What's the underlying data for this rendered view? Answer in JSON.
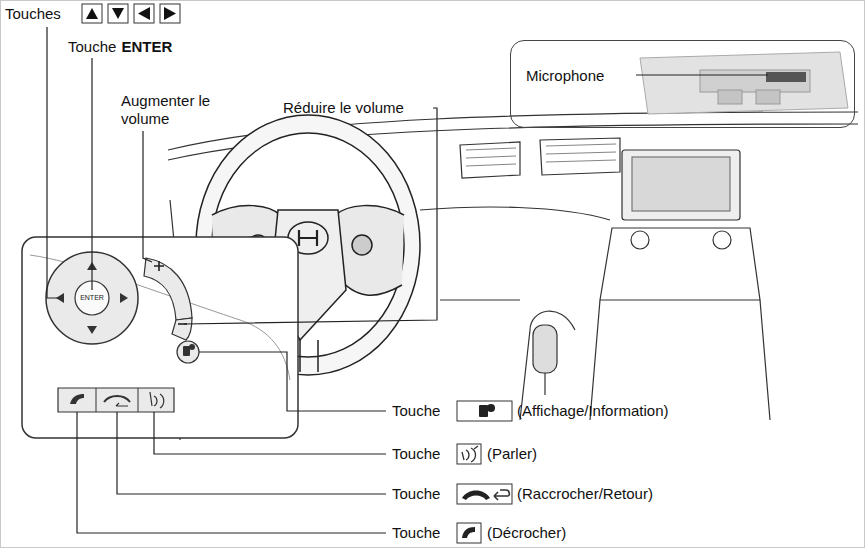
{
  "diagram": {
    "nodes": [
      {
        "text": [
          "Microphone"
        ]
      }
    ],
    "labels": [
      "Touches",
      "Touche",
      "ENTER",
      "Augmenter le volume",
      "Réduire le volume",
      "ENTER",
      "Touche",
      "(Affichage/Information)",
      "Touche",
      "(Parler)",
      "Touche",
      "(Raccrocher/Retour)",
      "Touche",
      "(Décrocher)"
    ]
  }
}
